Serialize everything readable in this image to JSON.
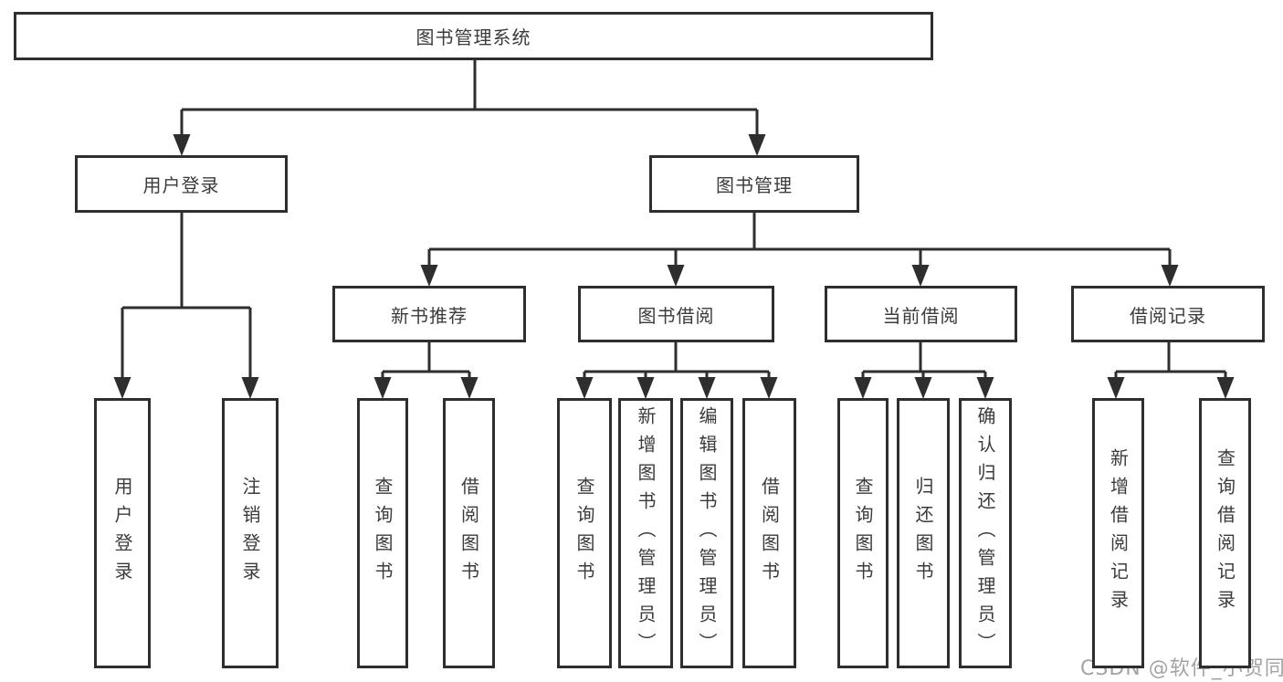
{
  "tree": {
    "root": {
      "label": "图书管理系统",
      "children": [
        {
          "label": "用户登录",
          "children": [
            {
              "label": "用户登录"
            },
            {
              "label": "注销登录"
            }
          ]
        },
        {
          "label": "图书管理",
          "children": [
            {
              "label": "新书推荐",
              "children": [
                {
                  "label": "查询图书"
                },
                {
                  "label": "借阅图书"
                }
              ]
            },
            {
              "label": "图书借阅",
              "children": [
                {
                  "label": "查询图书"
                },
                {
                  "label": "新增图书（管理员）"
                },
                {
                  "label": "编辑图书（管理员）"
                },
                {
                  "label": "借阅图书"
                }
              ]
            },
            {
              "label": "当前借阅",
              "children": [
                {
                  "label": "查询图书"
                },
                {
                  "label": "归还图书"
                },
                {
                  "label": "确认归还（管理员）"
                }
              ]
            },
            {
              "label": "借阅记录",
              "children": [
                {
                  "label": "新增借阅记录"
                },
                {
                  "label": "查询借阅记录"
                }
              ]
            }
          ]
        }
      ]
    }
  },
  "watermark": "CSDN @软件_小贺同学",
  "colors": {
    "line": "#2e2e2e",
    "text": "#3b3b3b",
    "watermark": "#a3a3a3",
    "background": "#ffffff"
  }
}
